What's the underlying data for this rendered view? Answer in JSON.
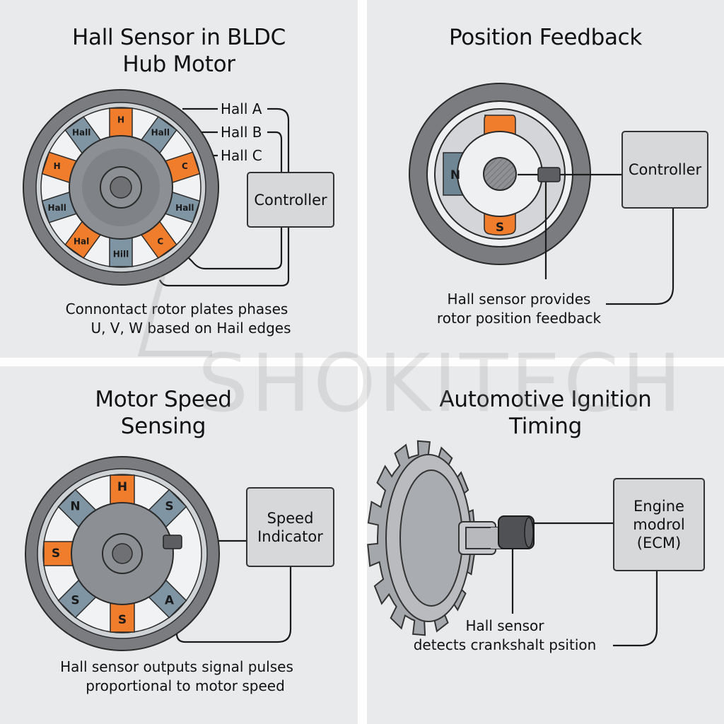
{
  "colors": {
    "background": "#e8eaec",
    "gutter": "#ffffff",
    "housing": "#7a7c80",
    "rotor": "#8c8f93",
    "magnet_orange": "#f07d2c",
    "magnet_blue": "#7f95a3",
    "box_fill": "#d6d8da",
    "line": "#1a1a1a"
  },
  "watermark": {
    "text": "SHOKITECH"
  },
  "panels": [
    {
      "title": [
        "Hall Sensor in BLDC",
        "Hub Motor"
      ],
      "slots": [
        {
          "label": "H",
          "type": "orange"
        },
        {
          "label": "Hall",
          "type": "blue"
        },
        {
          "label": "C",
          "type": "orange"
        },
        {
          "label": "Hall",
          "type": "blue"
        },
        {
          "label": "C",
          "type": "orange"
        },
        {
          "label": "Hill",
          "type": "blue"
        },
        {
          "label": "Hal",
          "type": "orange"
        },
        {
          "label": "Hall",
          "type": "blue"
        },
        {
          "label": "H",
          "type": "orange"
        },
        {
          "label": "Hall",
          "type": "blue"
        }
      ],
      "wire_labels": [
        "Hall A",
        "Hall B",
        "Hall C"
      ],
      "box_label": "Controller",
      "caption": [
        "Connontact rotor plates phases",
        "U, V, W based on Hail edges"
      ]
    },
    {
      "title": [
        "Position Feedback"
      ],
      "poles": [
        {
          "label": "",
          "type": "orange",
          "position": "top"
        },
        {
          "label": "N",
          "type": "blue",
          "position": "left"
        },
        {
          "label": "S",
          "type": "orange",
          "position": "bottom"
        }
      ],
      "box_label": "Controller",
      "caption": [
        "Hall sensor provides",
        "rotor position feedback"
      ]
    },
    {
      "title": [
        "Motor Speed",
        "Sensing"
      ],
      "slots": [
        {
          "label": "H",
          "type": "orange"
        },
        {
          "label": "S",
          "type": "blue"
        },
        {
          "label": "",
          "type": "none"
        },
        {
          "label": "A",
          "type": "blue"
        },
        {
          "label": "S",
          "type": "orange"
        },
        {
          "label": "S",
          "type": "blue"
        },
        {
          "label": "S",
          "type": "orange"
        },
        {
          "label": "N",
          "type": "blue"
        }
      ],
      "box_label": [
        "Speed",
        "Indicator"
      ],
      "caption": [
        "Hall sensor outputs signal pulses",
        "proportional to motor speed"
      ]
    },
    {
      "title": [
        "Automotive Ignition",
        "Timing"
      ],
      "box_label": [
        "Engine",
        "modrol",
        "(ECM)"
      ],
      "caption": [
        "Hall sensor",
        "detects crankshalt psition"
      ]
    }
  ]
}
